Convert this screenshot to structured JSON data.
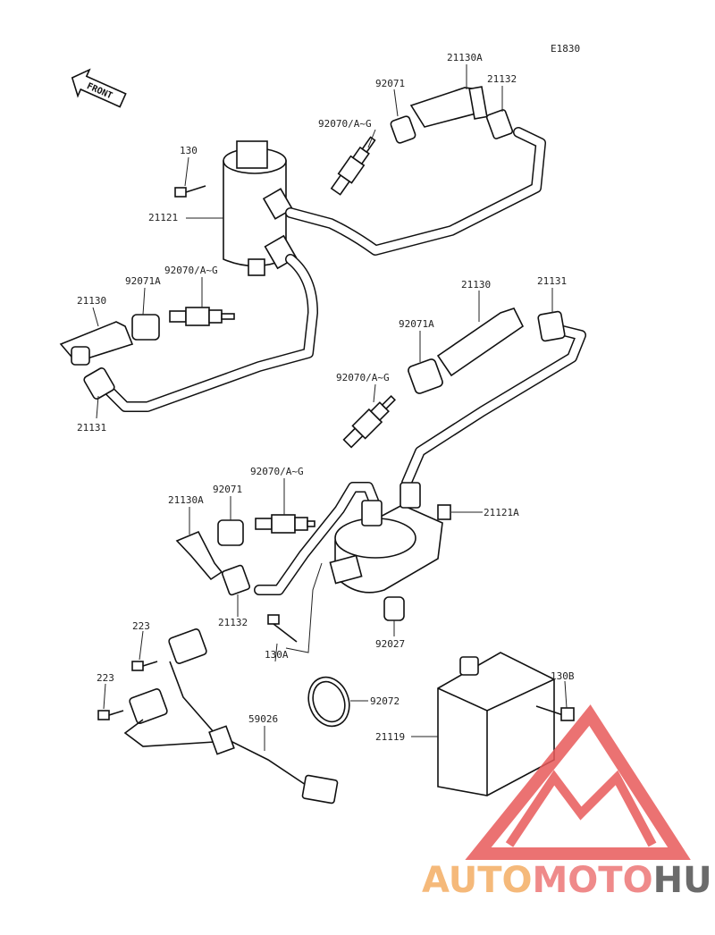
{
  "diagram_code": "E1830",
  "front_label": "FRONT",
  "labels": {
    "p130": "130",
    "p21121": "21121",
    "p92070_1": "92070/A~G",
    "p92071_1": "92071",
    "p21130A_1": "21130A",
    "p21132_1": "21132",
    "p21130_1": "21130",
    "p92071A_1": "92071A",
    "p92070_2": "92070/A~G",
    "p21131_1": "21131",
    "p21130_2": "21130",
    "p21131_2": "21131",
    "p92071A_2": "92071A",
    "p92070_3": "92070/A~G",
    "p92070_4": "92070/A~G",
    "p21130A_2": "21130A",
    "p92071_2": "92071",
    "p21121A": "21121A",
    "p21132_2": "21132",
    "p130A": "130A",
    "p92027": "92027",
    "p223_1": "223",
    "p223_2": "223",
    "p59026": "59026",
    "p92072": "92072",
    "p130B": "130B",
    "p21119": "21119"
  },
  "watermark": {
    "part1": "AUTO",
    "part2": "MOTO",
    "part3": "HUB",
    "color1": "#f5b97a",
    "color2": "#ef8a8a",
    "color3": "#6b6b6b",
    "logo_color": "#e85a5a"
  }
}
